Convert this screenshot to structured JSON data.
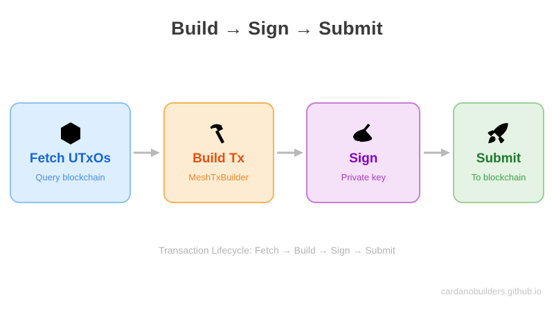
{
  "page": {
    "title": "Build → Sign → Submit",
    "caption": "Transaction Lifecycle: Fetch → Build → Sign → Submit",
    "watermark": "cardanobuilders.github.io",
    "background": "#ffffff",
    "title_color": "#3a3a3a",
    "caption_color": "#b3b3b3",
    "watermark_color": "#c6c6c6"
  },
  "flow": {
    "arrow_color": "#b9b9b9",
    "arrows": [
      {
        "name": "arrow-fetch-to-build",
        "glyph": "→"
      },
      {
        "name": "arrow-build-to-sign",
        "glyph": "→"
      },
      {
        "name": "arrow-sign-to-submit",
        "glyph": "→"
      }
    ],
    "steps": [
      {
        "id": "fetch",
        "icon": "hexagon-icon",
        "icon_glyph": "⬢",
        "title": "Fetch UTxOs",
        "subtitle": "Query blockchain",
        "background": "#ddeeff",
        "border": "#8cc2f2",
        "title_color": "#1565d8",
        "subtitle_color": "#4a90e2"
      },
      {
        "id": "build",
        "icon": "hammer-icon",
        "icon_glyph": "🔨",
        "title": "Build Tx",
        "subtitle": "MeshTxBuilder",
        "background": "#fdecd2",
        "border": "#f7b358",
        "title_color": "#e8500f",
        "subtitle_color": "#ef8b2c"
      },
      {
        "id": "sign",
        "icon": "writing-hand-icon",
        "icon_glyph": "✍",
        "title": "Sign",
        "subtitle": "Private key",
        "background": "#f5e2f8",
        "border": "#c97bd6",
        "title_color": "#8400c8",
        "subtitle_color": "#a83fc0"
      },
      {
        "id": "submit",
        "icon": "rocket-icon",
        "icon_glyph": "🚀",
        "title": "Submit",
        "subtitle": "To blockchain",
        "background": "#e4f3e3",
        "border": "#9bd09a",
        "title_color": "#1d7a2d",
        "subtitle_color": "#3ea14c"
      }
    ]
  }
}
